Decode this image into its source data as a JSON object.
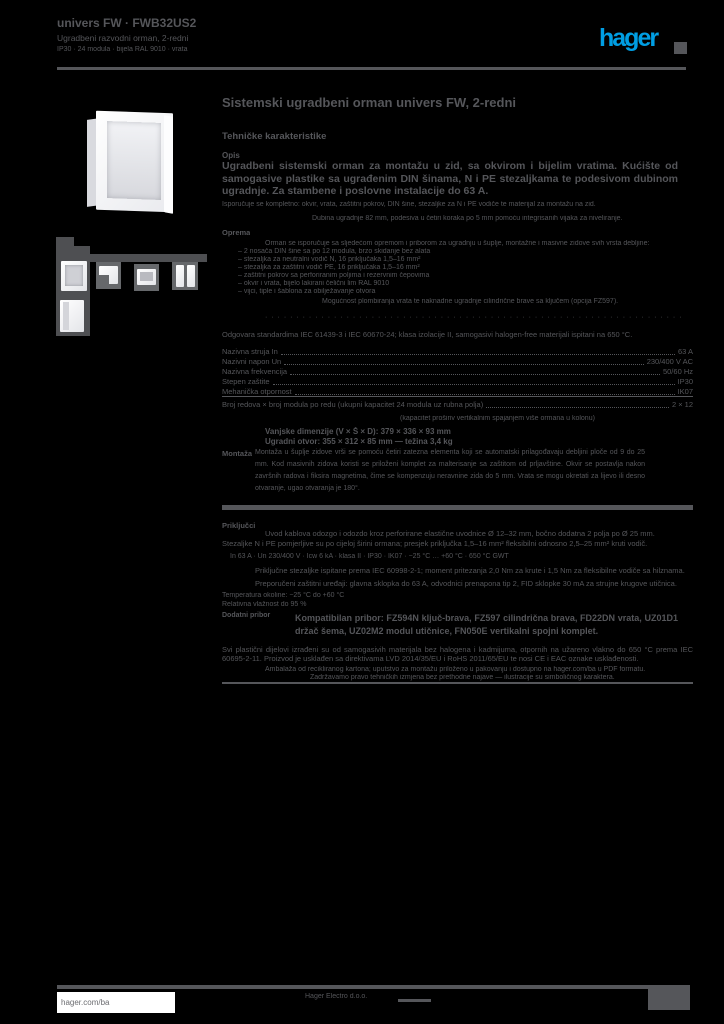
{
  "colors": {
    "background": "#000000",
    "accent_blue": "#009ee3",
    "text_gray": "#55565a",
    "panel_gray": "#4e4f52",
    "white": "#ffffff"
  },
  "header": {
    "ref_line1": "univers FW · FWB32US2",
    "ref_line2": "Ugradbeni razvodni orman, 2-redni",
    "ref_line3": "IP30 · 24 modula · bijela RAL 9010 · vrata",
    "logo_text": "hager"
  },
  "title": "Sistemski ugradbeni orman univers FW, 2-redni",
  "section_heading": "Tehničke karakteristike",
  "description": {
    "label": "Opis",
    "intro": "Ugradbeni sistemski orman za montažu u zid, sa okvirom i bijelim vratima. Kućište od samogasive plastike sa ugrađenim DIN šinama, N i PE stezaljkama te podesivom dubinom ugradnje. Za stambene i poslovne instalacije do 63 A.",
    "line1": "Isporučuje se kompletno: okvir, vrata, zaštitni pokrov, DIN šine, stezaljke za N i PE vodiče te materijal za montažu na zid.",
    "line2": "Dubina ugradnje 82 mm, podesiva u četiri koraka po 5 mm pomoću integrisanih vijaka za niveliranje.",
    "kit_label": "Oprema",
    "kit_intro": "Orman se isporučuje sa sljedećom opremom i priborom za ugradnju u šuplje, montažne i masivne zidove svih vrsta debljine:",
    "kit_items": [
      "– 2 nosača DIN šine sa po 12 modula, brzo skidanje bez alata",
      "– stezaljka za neutralni vodič N, 16 priključaka 1,5–16 mm²",
      "– stezaljka za zaštitni vodič PE, 16 priključaka 1,5–16 mm²",
      "– zaštitni pokrov sa perforiranim poljima i rezervnim čepovima",
      "– okvir i vrata, bijelo lakirani čelični lim RAL 9010",
      "– vijci, tiple i šablona za obilježavanje otvora"
    ],
    "seal_note": "Mogućnost plombiranja vrata te naknadne ugradnje cilindrične brave sa ključem (opcija FZ597).",
    "dots": "· · · · · · · · · · · · · · · · · · · · · · · · · · · · · · · · · · · · · · · · · · · · · · · · · · · · · · · · · · · · · · · · · · · · · · · · · · · ·",
    "standards": "Odgovara standardima IEC 61439-3 i IEC 60670-24; klasa izolacije II, samogasivi halogen-free materijali ispitani na 650 °C."
  },
  "specs": {
    "rows": [
      {
        "label": "Nazivna struja In",
        "value": "63 A"
      },
      {
        "label": "Nazivni napon Un",
        "value": "230/400 V AC"
      },
      {
        "label": "Nazivna frekvencija",
        "value": "50/60 Hz"
      },
      {
        "label": "Stepen zaštite",
        "value": "IP30"
      },
      {
        "label": "Mehanička otpornost",
        "value": "IK07"
      }
    ],
    "capacity_row": {
      "label": "Broj redova × broj modula po redu (ukupni kapacitet 24 modula uz rubna polja)",
      "value": "2 × 12"
    },
    "expand_note": "(kapacitet proširiv vertikalnim spajanjem više ormana u kolonu)",
    "dimensions_line1": "Vanjske dimenzije (V × Š × D): 379 × 336 × 93 mm",
    "dimensions_line2": "Ugradni otvor: 355 × 312 × 85 mm — težina 3,4 kg",
    "mount_label": "Montaža",
    "mount_text": "Montaža u šuplje zidove vrši se pomoću četiri zatezna elementa koji se automatski prilagođavaju debljini ploče od 9 do 25 mm. Kod masivnih zidova koristi se priloženi komplet za malterisanje sa zaštitom od prljavštine. Okvir se postavlja nakon završnih radova i fiksira magnetima, čime se kompenzuju neravnine zida do 5 mm. Vrata se mogu okretati za lijevo ili desno otvaranje, ugao otvaranja je 180°."
  },
  "connection": {
    "label": "Priključci",
    "line1": "Uvod kablova odozgo i odozdo kroz perforirane elastične uvodnice Ø 12–32 mm, bočno dodatna 2 polja po Ø 25 mm.",
    "line2": "Stezaljke N i PE pomjerljive su po cijeloj širini ormana; presjek priključka 1,5–16 mm² fleksibilni odnosno 2,5–25 mm² kruti vodič.",
    "values": "In 63 A · Un 230/400 V · Icw 6 kA · klasa II · IP30 · IK07 · −25 °C … +60 °C · 650 °C GWT",
    "line4": "Priključne stezaljke ispitane prema IEC 60998-2-1; moment pritezanja 2,0 Nm za krute i 1,5 Nm za fleksibilne vodiče sa hilznama.",
    "line5": "Preporučeni zaštitni uređaji: glavna sklopka do 63 A, odvodnici prenapona tip 2, FID sklopke 30 mA za strujne krugove utičnica.",
    "temperature": "Temperatura okoline: −25 °C do +60 °C",
    "humidity": "Relativna vlažnost do 95 %"
  },
  "accessories": {
    "label": "Dodatni pribor",
    "refs": "Kompatibilan pribor: FZ594N ključ-brava, FZ597 cilindrična brava, FD22DN vrata, UZ01D1 držač šema, UZ02M2 modul utičnice, FN050E vertikalni spojni komplet.",
    "compliance": "Svi plastični dijelovi izrađeni su od samogasivih materijala bez halogena i kadmijuma, otpornih na užareno vlakno do 650 °C prema IEC 60695-2-11. Proizvod je usklađen sa direktivama LVD 2014/35/EU i RoHS 2011/65/EU te nosi CE i EAC oznake usklađenosti.",
    "packaging": "Ambalaža od recikliranog kartona; uputstvo za montažu priloženo u pakovanju i dostupno na hager.com/ba u PDF formatu.",
    "disclaimer": "Zadržavamo pravo tehničkih izmjena bez prethodne najave — ilustracije su simboličnog karaktera."
  },
  "sidebar_icons": [
    "enclosure-photo",
    "enclosure-front-icon",
    "mounting-bracket-icon",
    "rail-icon",
    "cover-panel-icon",
    "door-panel-icon"
  ],
  "footer": {
    "site": "hager.com/ba",
    "center": "Hager Electro d.o.o."
  }
}
